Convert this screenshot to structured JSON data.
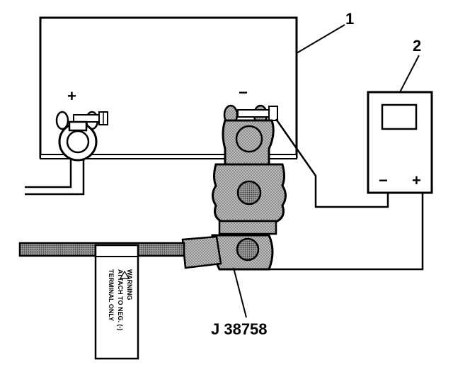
{
  "callouts": {
    "battery": "1",
    "meter": "2"
  },
  "battery": {
    "positive_sign": "+",
    "negative_sign": "−"
  },
  "meter": {
    "negative_sign": "−",
    "positive_sign": "+"
  },
  "tool_label": "J 38758",
  "warning_tag": {
    "line1": "WARNING",
    "line2": "ATTACH TO NEG. (-)",
    "line3": "TERMINAL ONLY"
  }
}
